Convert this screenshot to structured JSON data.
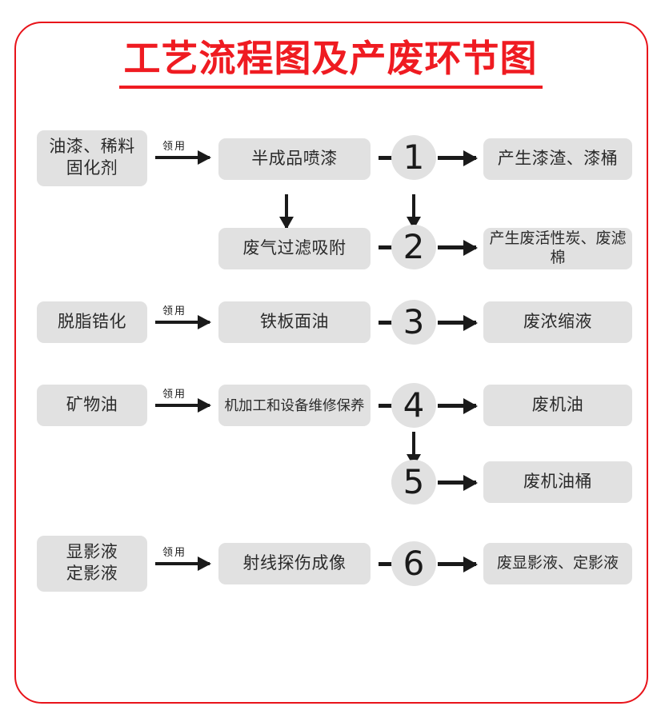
{
  "title": "工艺流程图及产废环节图",
  "theme": {
    "frame_color": "#e8131a",
    "title_color": "#ef1b21",
    "node_fill": "#e1e1e1",
    "text_color": "#2b2b2b",
    "connector_color": "#1a1a1a"
  },
  "arrow_label": "领用",
  "rows": [
    {
      "input": "油漆、稀料\n固化剂",
      "process": "半成品喷漆",
      "number": "1",
      "output": "产生漆渣、漆桶"
    },
    {
      "input": "",
      "process": "废气过滤吸附",
      "number": "2",
      "output": "产生废活性炭、废滤棉"
    },
    {
      "input": "脱脂锆化",
      "process": "铁板面油",
      "number": "3",
      "output": "废浓缩液"
    },
    {
      "input": "矿物油",
      "process": "机加工和设备维修保养",
      "number": "4",
      "output": "废机油"
    },
    {
      "input": "",
      "process": "",
      "number": "5",
      "output": "废机油桶"
    },
    {
      "input": "显影液\n定影液",
      "process": "射线探伤成像",
      "number": "6",
      "output": "废显影液、定影液"
    }
  ]
}
